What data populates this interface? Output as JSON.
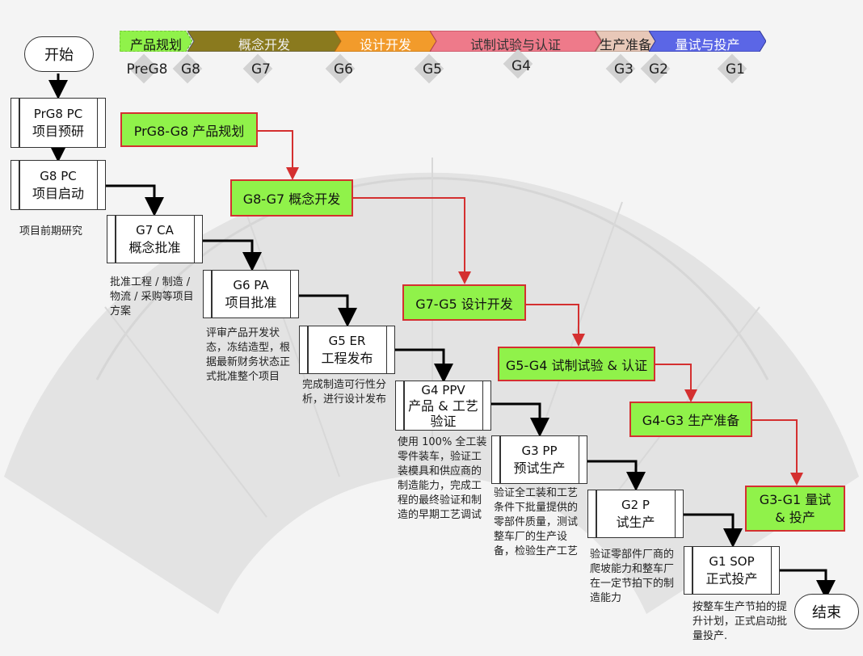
{
  "phases": [
    {
      "label": "产品规划",
      "color": "#90f24a"
    },
    {
      "label": "概念开发",
      "color": "#8a7a1e"
    },
    {
      "label": "设计开发",
      "color": "#f29b2b"
    },
    {
      "label": "试制试验与认证",
      "color": "#ee7a8a"
    },
    {
      "label": "生产准备",
      "color": "#e8c8b8"
    },
    {
      "label": "量试与投产",
      "color": "#5b66e6"
    }
  ],
  "gates": [
    "PreG8",
    "G8",
    "G7",
    "G6",
    "G5",
    "G4",
    "G3",
    "G2",
    "G1"
  ],
  "start_label": "开始",
  "end_label": "结束",
  "steps": [
    {
      "line1": "PrG8  PC",
      "line2": "项目预研"
    },
    {
      "line1": "G8  PC",
      "line2": "项目启动"
    },
    {
      "line1": "G7  CA",
      "line2": "概念批准"
    },
    {
      "line1": "G6  PA",
      "line2": "项目批准"
    },
    {
      "line1": "G5  ER",
      "line2": "工程发布"
    },
    {
      "line1": "G4  PPV",
      "line2": "产品 & 工艺",
      "line3": "验证"
    },
    {
      "line1": "G3  PP",
      "line2": "预试生产"
    },
    {
      "line1": "G2  P",
      "line2": "试生产"
    },
    {
      "line1": "G1  SOP",
      "line2": "正式投产"
    }
  ],
  "notes": [
    "项目前期研究",
    "批准工程 / 制造 / 物流 / 采购等项目方案",
    "评审产品开发状态，冻结造型，根据最新财务状态正式批准整个项目",
    "完成制造可行性分析，进行设计发布",
    "使用 100% 全工装零件装车，验证工装模具和供应商的制造能力，完成工程的最终验证和制造的早期工艺调试",
    "验证全工装和工艺条件下批量提供的零部件质量，测试整车厂的生产设备，检验生产工艺",
    "验证零部件厂商的爬坡能力和整车厂在一定节拍下的制造能力",
    "按整车生产节拍的提升计划，正式启动批量投产."
  ],
  "phase_boxes": [
    "PrG8-G8  产品规划",
    "G8-G7  概念开发",
    "G7-G5  设计开发",
    "G5-G4  试制试验 & 认证",
    "G4-G3  生产准备",
    "G3-G1 量试 & 投产"
  ],
  "colors": {
    "phase_box_fill": "#90f24a",
    "phase_box_border": "#d43030",
    "flow_line": "#000000"
  }
}
